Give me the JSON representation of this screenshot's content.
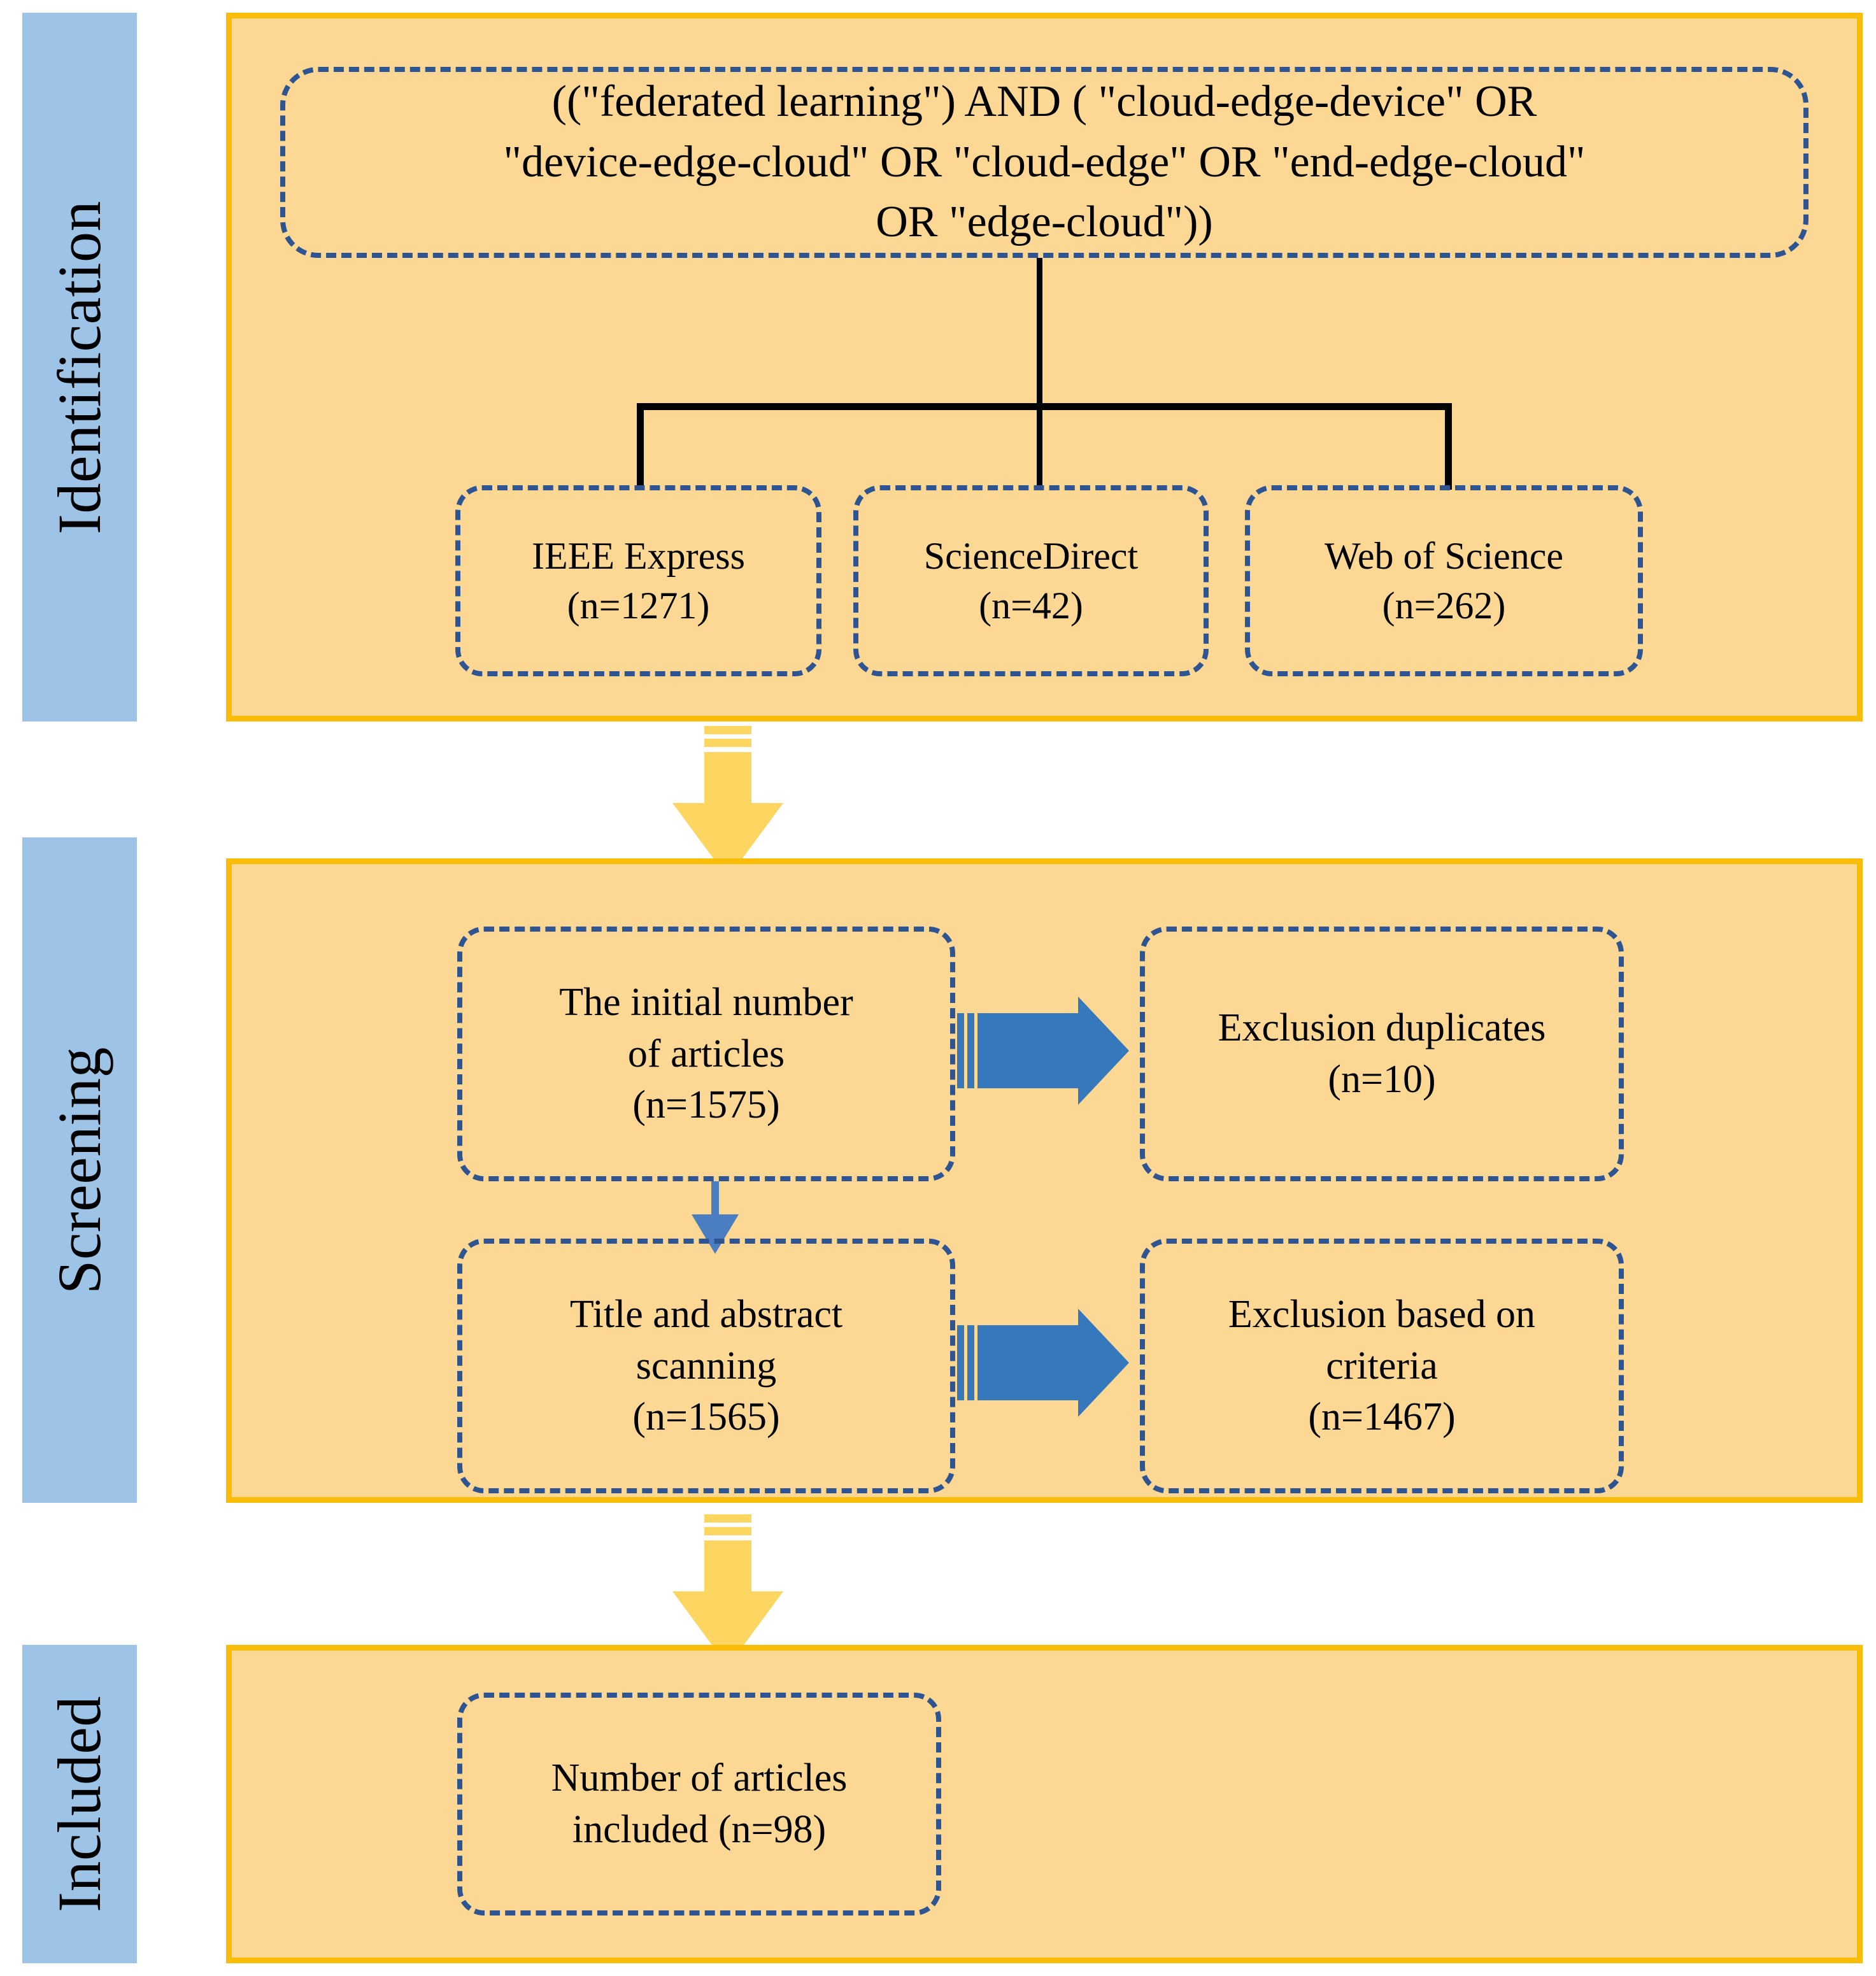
{
  "diagram": {
    "title": "PRISMA article selection flow",
    "colors": {
      "stage_chip": "#9DC3E6",
      "panel_fill": "#FCD894",
      "panel_border": "#F8BC09",
      "node_border": "#2E5591",
      "blue_arrow": "#3579BC",
      "thin_arrow": "#4A7EC0",
      "yellow_arrow": "#FDD561",
      "text": "#000000"
    }
  },
  "stages": [
    {
      "id": "identification",
      "label": "Identification"
    },
    {
      "id": "screening",
      "label": "Screening"
    },
    {
      "id": "included",
      "label": "Included"
    }
  ],
  "identification": {
    "query_box": {
      "line1": "((\"federated learning\") AND ( \"cloud-edge-device\" OR",
      "line2": "\"device-edge-cloud\" OR \"cloud-edge\" OR \"end-edge-cloud\"",
      "line3": "OR \"edge-cloud\"))"
    },
    "sources": [
      {
        "name": "IEEE Express",
        "count_label": "(n=1271)",
        "n": 1271
      },
      {
        "name": "ScienceDirect",
        "count_label": "(n=42)",
        "n": 42
      },
      {
        "name": "Web of Science",
        "count_label": "(n=262)",
        "n": 262
      }
    ]
  },
  "screening": {
    "rows": [
      {
        "left": {
          "line1": "The initial number",
          "line2": "of articles",
          "count_label": "(n=1575)",
          "n": 1575
        },
        "right": {
          "line1": "Exclusion duplicates",
          "count_label": "(n=10)",
          "n": 10
        }
      },
      {
        "left": {
          "line1": "Title and abstract",
          "line2": "scanning",
          "count_label": "(n=1565)",
          "n": 1565
        },
        "right": {
          "line1": "Exclusion based on",
          "line2": "criteria",
          "count_label": "(n=1467)",
          "n": 1467
        }
      }
    ]
  },
  "included": {
    "box": {
      "line1": "Number of articles",
      "line2": "included (n=98)",
      "n": 98
    }
  },
  "chart_data": {
    "type": "table",
    "title": "PRISMA article selection flow",
    "categories": [
      "IEEE Express",
      "ScienceDirect",
      "Web of Science",
      "Initial number of articles",
      "Exclusion duplicates",
      "Title and abstract scanning",
      "Exclusion based on criteria",
      "Number of articles included"
    ],
    "values": [
      1271,
      42,
      262,
      1575,
      10,
      1565,
      1467,
      98
    ]
  }
}
